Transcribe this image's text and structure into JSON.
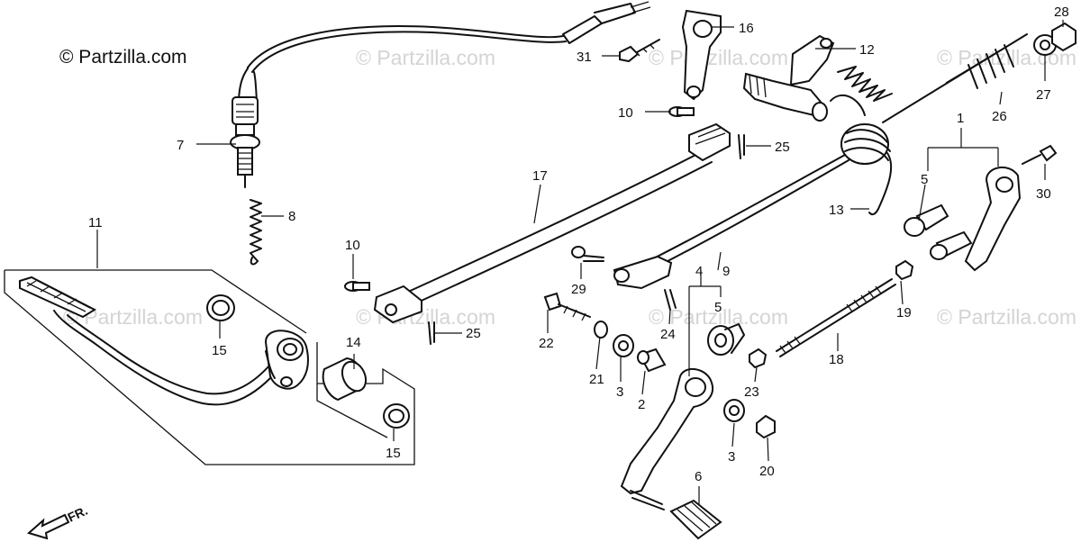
{
  "copyright": "© Partzilla.com",
  "watermark": "© Partzilla.com",
  "direction_label": "FR.",
  "callouts": {
    "p1": "1",
    "p2": "2",
    "p3a": "3",
    "p3b": "3",
    "p4": "4",
    "p5a": "5",
    "p5b": "5",
    "p6": "6",
    "p7": "7",
    "p8": "8",
    "p9": "9",
    "p10a": "10",
    "p10b": "10",
    "p11": "11",
    "p12": "12",
    "p13": "13",
    "p14": "14",
    "p15a": "15",
    "p15b": "15",
    "p16": "16",
    "p17": "17",
    "p18": "18",
    "p19": "19",
    "p20": "20",
    "p21": "21",
    "p22": "22",
    "p23": "23",
    "p24": "24",
    "p25a": "25",
    "p25b": "25",
    "p26": "26",
    "p27": "27",
    "p28": "28",
    "p29": "29",
    "p30": "30",
    "p31": "31"
  }
}
